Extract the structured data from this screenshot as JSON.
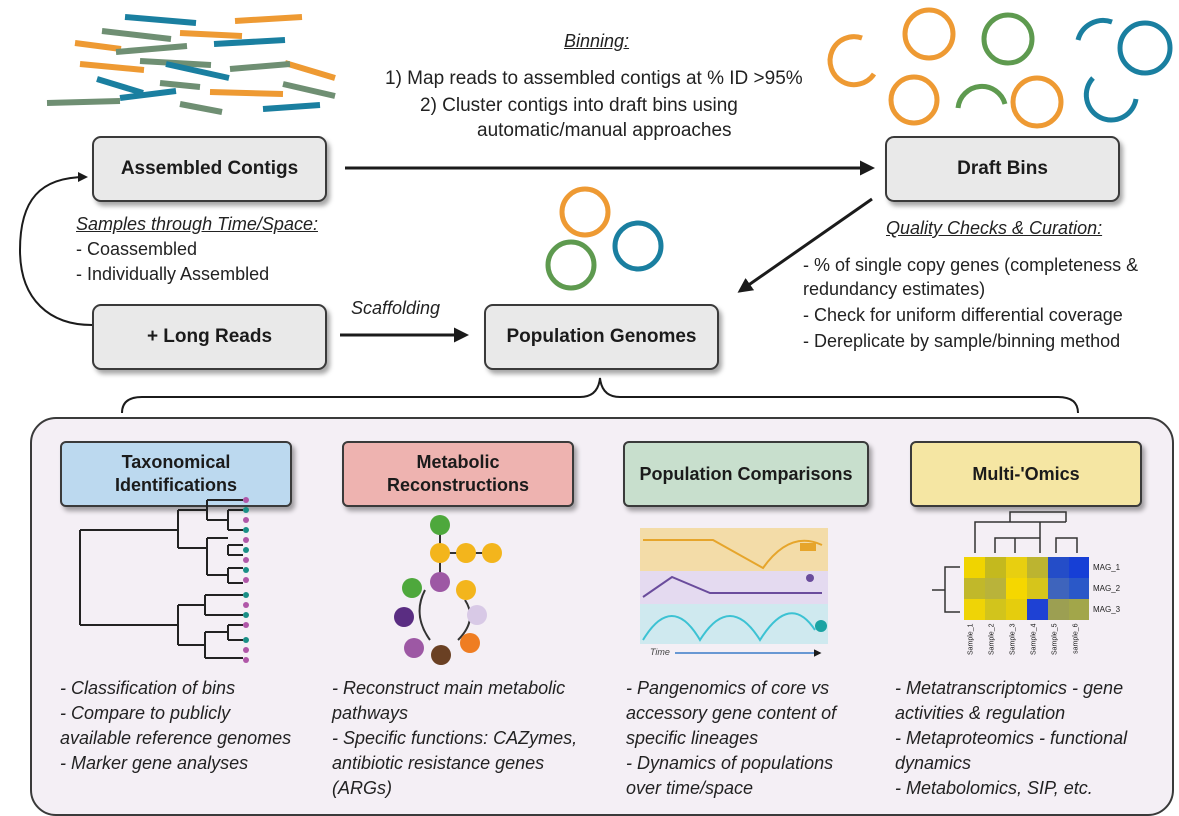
{
  "binning": {
    "title": "Binning:",
    "line1": "1) Map reads to assembled contigs at % ID >95%",
    "line2": "2) Cluster contigs into draft bins using",
    "line3": "automatic/manual approaches"
  },
  "boxes": {
    "assembled_contigs": "Assembled Contigs",
    "draft_bins": "Draft Bins",
    "long_reads": "+ Long Reads",
    "population_genomes": "Population Genomes"
  },
  "samples": {
    "title": "Samples through Time/Space:",
    "items": [
      "- Coassembled",
      "- Individually Assembled"
    ]
  },
  "scaffolding": "Scaffolding",
  "quality": {
    "title": "Quality Checks & Curation:",
    "items": [
      "- % of single copy genes (completeness &",
      "redundancy estimates)",
      "- Check for uniform differential coverage",
      "- Dereplicate by sample/binning method"
    ]
  },
  "columns": [
    {
      "title_lines": [
        "Taxonomical",
        "Identifications"
      ],
      "color": "#bcd9ef",
      "items": [
        "- Classification of bins",
        "- Compare to publicly",
        "available reference genomes",
        "- Marker gene analyses"
      ]
    },
    {
      "title_lines": [
        "Metabolic",
        "Reconstructions"
      ],
      "color": "#eeb3b0",
      "items": [
        "- Reconstruct main metabolic",
        "pathways",
        "- Specific functions: CAZymes,",
        "antibiotic resistance genes",
        "(ARGs)"
      ]
    },
    {
      "title_lines": [
        "Population Comparisons"
      ],
      "color": "#c8dfcd",
      "items": [
        "- Pangenomics of core vs",
        "accessory gene content of",
        "specific lineages",
        "- Dynamics of populations",
        "over time/space"
      ]
    },
    {
      "title_lines": [
        "Multi-'Omics"
      ],
      "color": "#f5e6a3",
      "items": [
        "- Metatranscriptomics  - gene",
        "activities & regulation",
        "- Metaproteomics - functional",
        "dynamics",
        "- Metabolomics, SIP, etc."
      ]
    }
  ],
  "time_label": "Time",
  "heatmap": {
    "rows": [
      "MAG_1",
      "MAG_2",
      "MAG_3"
    ],
    "cols": [
      "Sample_1",
      "Sample_2",
      "Sample_3",
      "Sample_4",
      "Sample_5",
      "sample_6"
    ]
  },
  "colors": {
    "orange": "#ee9a33",
    "teal": "#1a7fa0",
    "green": "#6f8f73",
    "ring_green": "#5e9a4f",
    "box_border": "#3a3a3a",
    "panel_bg": "#f4eff5"
  }
}
